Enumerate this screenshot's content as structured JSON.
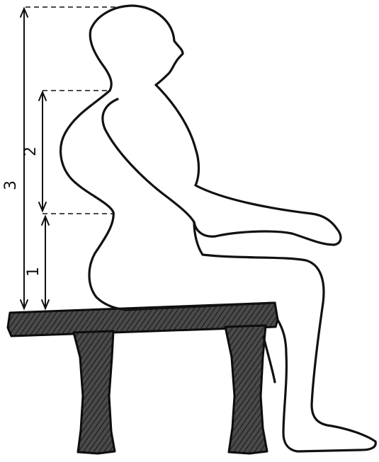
{
  "dimensions": [
    {
      "label": "1"
    },
    {
      "label": "2"
    },
    {
      "label": "3"
    }
  ],
  "colors": {
    "ink": "#111111",
    "wood": "#3a3a3a",
    "paper": "#ffffff"
  }
}
